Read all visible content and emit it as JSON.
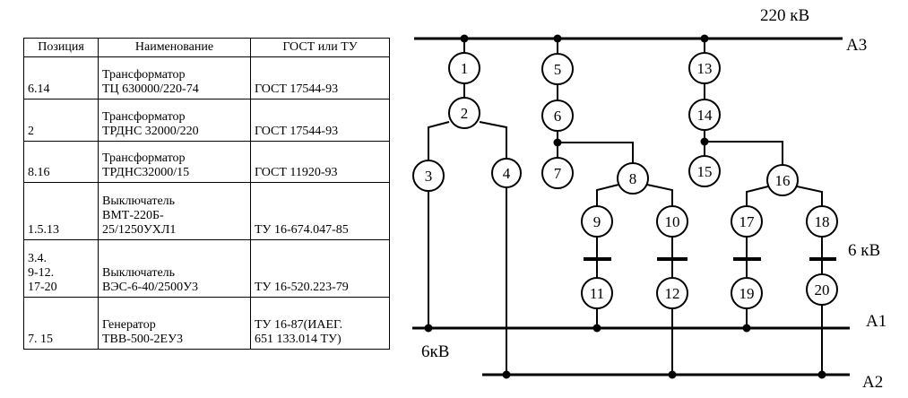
{
  "table": {
    "headers": [
      "Позиция",
      "Наименование",
      "ГОСТ или ТУ"
    ],
    "rows": [
      {
        "pos": [
          "6.14"
        ],
        "name": [
          "Трансформатор",
          "ТЦ 630000/220-74"
        ],
        "gost": [
          "ГОСТ 17544-93"
        ]
      },
      {
        "pos": [
          "2"
        ],
        "name": [
          "Трансформатор",
          "ТРДНС 32000/220"
        ],
        "gost": [
          "ГОСТ 17544-93"
        ]
      },
      {
        "pos": [
          "8.16"
        ],
        "name": [
          "Трансформатор",
          "ТРДНС32000/15"
        ],
        "gost": [
          "ГОСТ 11920-93"
        ]
      },
      {
        "pos": [
          "1.5.13"
        ],
        "name": [
          "Выключатель",
          "ВМТ-220Б-",
          "25/1250УХЛ1"
        ],
        "gost": [
          "ТУ 16-674.047-85"
        ]
      },
      {
        "pos": [
          "3.4.",
          "9-12.",
          "17-20"
        ],
        "name": [
          "Выключатель",
          "ВЭС-6-40/2500У3"
        ],
        "gost": [
          "ТУ 16-520.223-79"
        ]
      },
      {
        "pos": [
          "7. 15"
        ],
        "name": [
          "Генератор",
          "ТВВ-500-2ЕУ3"
        ],
        "gost": [
          "ТУ 16-87(ИАЕГ.",
          "651 133.014 ТУ)"
        ]
      }
    ]
  },
  "diagram": {
    "voltage_top": "220 кВ",
    "voltage_mid": "6 кВ",
    "voltage_low": "6кВ",
    "bus_a3": "А3",
    "bus_a1": "А1",
    "bus_a2": "А2",
    "nodes": [
      "1",
      "2",
      "3",
      "4",
      "5",
      "6",
      "7",
      "8",
      "9",
      "10",
      "11",
      "12",
      "13",
      "14",
      "15",
      "16",
      "17",
      "18",
      "19",
      "20"
    ]
  }
}
